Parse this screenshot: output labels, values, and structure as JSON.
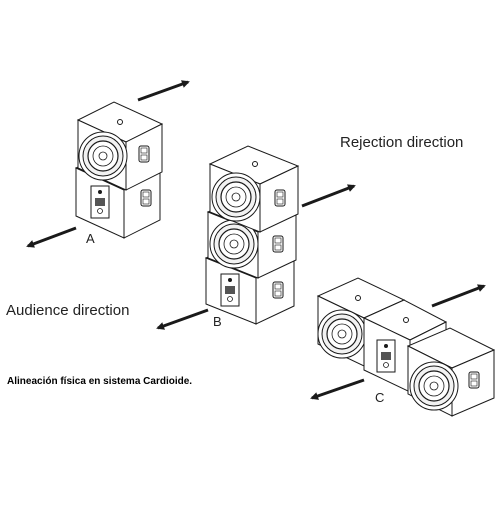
{
  "labels": {
    "rejection": "Rejection direction",
    "audience": "Audience direction",
    "a": "A",
    "b": "B",
    "c": "C",
    "caption": "Alineación física en sistema Cardioide."
  }
}
